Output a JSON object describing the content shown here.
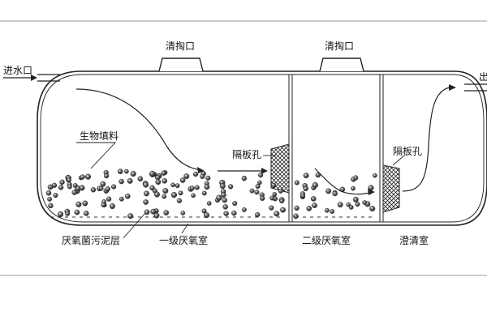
{
  "labels": {
    "cleanout_left": "清掏口",
    "cleanout_right": "清掏口",
    "inlet": "进水口",
    "outlet": "出",
    "bio_filler": "生物填料",
    "baffle_hole_1": "隔板孔",
    "baffle_hole_2": "隔板孔",
    "sludge_layer": "厌氧菌污泥层",
    "chamber_1": "一级厌氧室",
    "chamber_2": "二级厌氧室",
    "clarifier": "澄清室"
  },
  "colors": {
    "line": "#222222",
    "frame_line": "#999999",
    "filler_ball": "#333333"
  }
}
